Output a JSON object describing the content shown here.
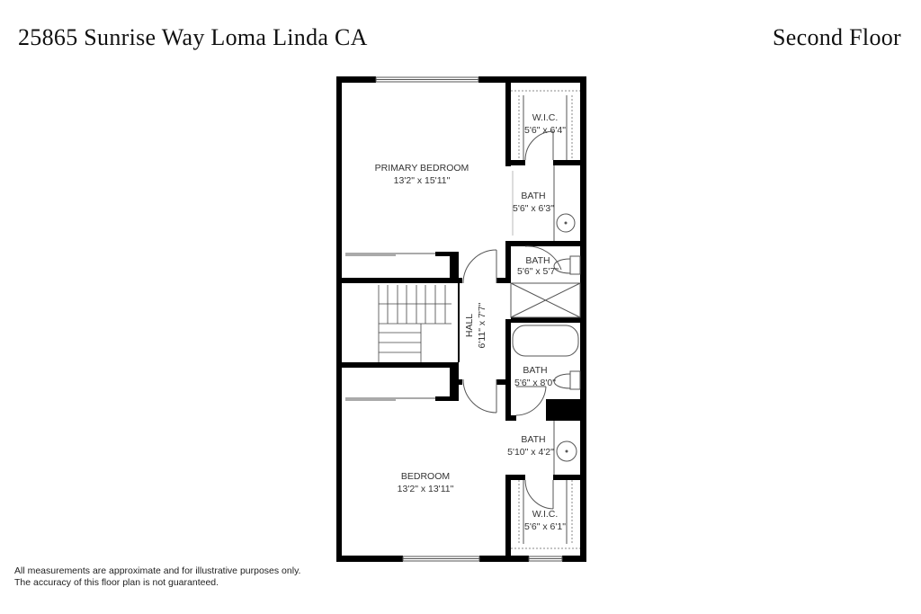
{
  "header": {
    "address": "25865 Sunrise Way Loma Linda CA",
    "floor": "Second Floor"
  },
  "rooms": [
    {
      "name": "PRIMARY BEDROOM",
      "dimensions": "13'2\" x 15'11\""
    },
    {
      "name": "W.I.C.",
      "dimensions": "5'6\" x 6'4\""
    },
    {
      "name": "BATH",
      "dimensions": "5'6\" x 6'3\""
    },
    {
      "name": "BATH",
      "dimensions": "5'6\" x 5'7\""
    },
    {
      "name": "HALL",
      "dimensions": "6'11\" x 7'7\""
    },
    {
      "name": "BATH",
      "dimensions": "5'6\" x 8'0\""
    },
    {
      "name": "BATH",
      "dimensions": "5'10\" x 4'2\""
    },
    {
      "name": "BEDROOM",
      "dimensions": "13'2\" x 13'11\""
    },
    {
      "name": "W.I.C.",
      "dimensions": "5'6\" x 6'1\""
    }
  ],
  "footer": {
    "disclaimer_line1": "All measurements are approximate and for illustrative purposes only.",
    "disclaimer_line2": "The accuracy of this floor plan is not guaranteed."
  }
}
